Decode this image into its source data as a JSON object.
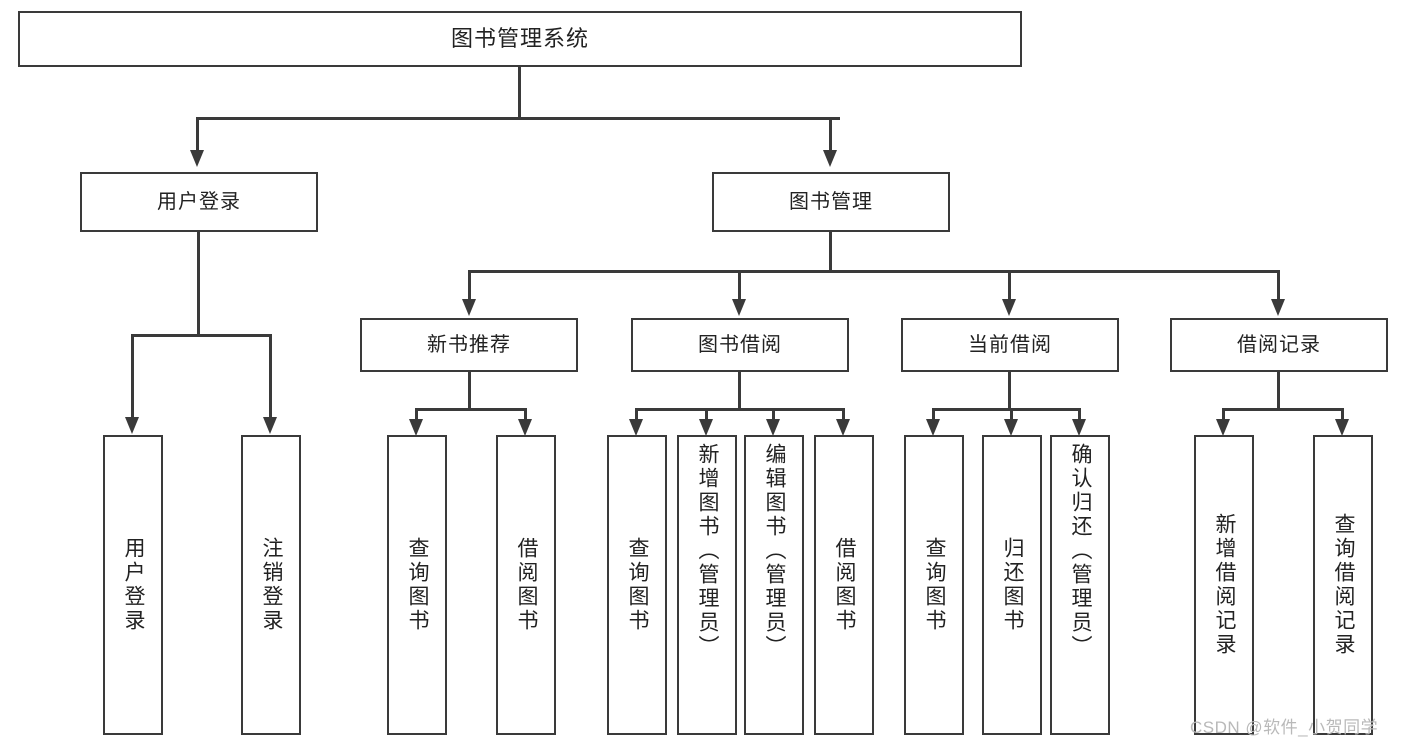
{
  "diagram": {
    "type": "tree-hierarchy-chart",
    "title": "图书管理系统",
    "background_color": "#ffffff",
    "line_color": "#3a3a3a",
    "text_color": "#222222",
    "nodes": {
      "root": {
        "label": "图书管理系统"
      },
      "level1": [
        {
          "id": "user-login",
          "label": "用户登录"
        },
        {
          "id": "book-manage",
          "label": "图书管理"
        }
      ],
      "level2": [
        {
          "id": "new-book-recommend",
          "label": "新书推荐"
        },
        {
          "id": "book-borrow",
          "label": "图书借阅"
        },
        {
          "id": "current-borrow",
          "label": "当前借阅"
        },
        {
          "id": "borrow-record",
          "label": "借阅记录"
        }
      ],
      "leaves": {
        "user_login": [
          {
            "id": "leaf-user-login",
            "label": "用户登录"
          },
          {
            "id": "leaf-logout-login",
            "label": "注销登录"
          }
        ],
        "new_book_recommend": [
          {
            "id": "leaf-query-book-1",
            "label": "查询图书"
          },
          {
            "id": "leaf-borrow-book-1",
            "label": "借阅图书"
          }
        ],
        "book_borrow": [
          {
            "id": "leaf-query-book-2",
            "label": "查询图书"
          },
          {
            "id": "leaf-add-book-admin",
            "label": "新增图书（管理员）"
          },
          {
            "id": "leaf-edit-book-admin",
            "label": "编辑图书（管理员）"
          },
          {
            "id": "leaf-borrow-book-2",
            "label": "借阅图书"
          }
        ],
        "current_borrow": [
          {
            "id": "leaf-query-book-3",
            "label": "查询图书"
          },
          {
            "id": "leaf-return-book",
            "label": "归还图书"
          },
          {
            "id": "leaf-confirm-return-admin",
            "label": "确认归还（管理员）"
          }
        ],
        "borrow_record": [
          {
            "id": "leaf-add-borrow-record",
            "label": "新增借阅记录"
          },
          {
            "id": "leaf-query-borrow-record",
            "label": "查询借阅记录"
          }
        ]
      }
    },
    "watermark": "CSDN @软件_小贺同学"
  }
}
